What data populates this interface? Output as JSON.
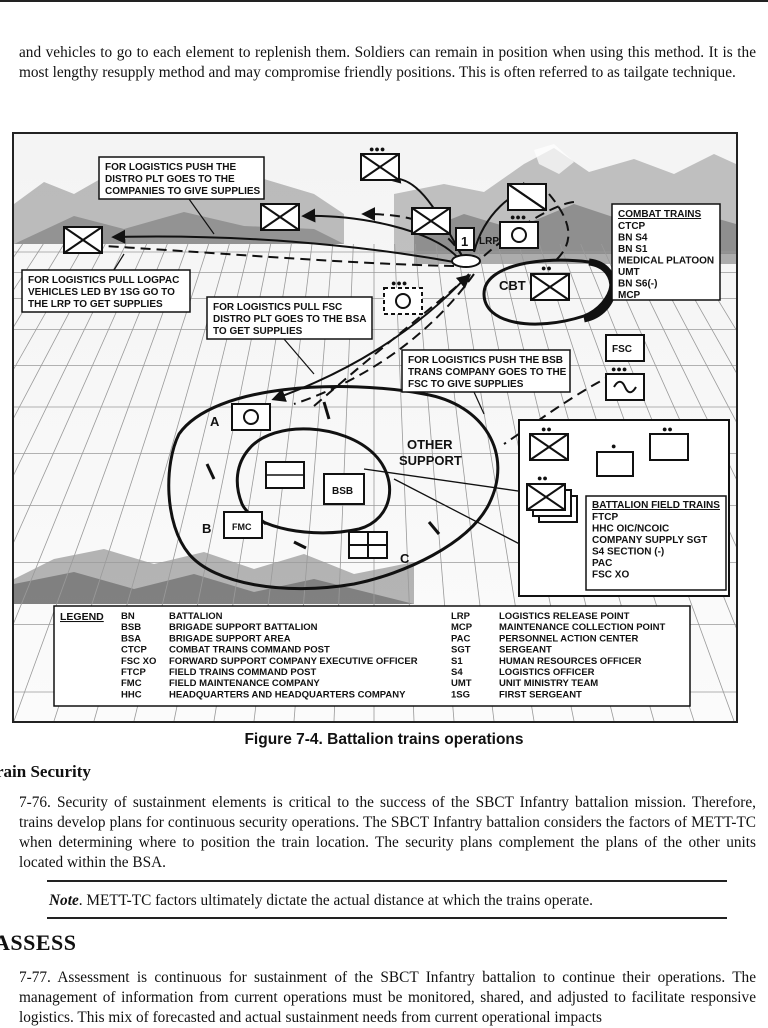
{
  "page": {
    "intro_text": "and vehicles to go to each element to replenish them. Soldiers can remain in position when using this method. It is the most lengthy resupply method and may compromise friendly positions. This is often referred to as tailgate technique.",
    "caption": "Figure 7-4. Battalion trains operations",
    "section_heading": "rain Security",
    "para_76": "7-76. Security of sustainment elements is critical to the success of the SBCT Infantry battalion mission. Therefore, trains develop plans for continuous security operations. The SBCT Infantry battalion considers the factors of METT-TC when determining where to position the train location. The security plans complement the plans of the other units located within the BSA.",
    "note_label": "Note",
    "note_text": ". METT-TC factors ultimately dictate the actual distance at which the trains operate.",
    "major_heading": "ASSESS",
    "para_77": "7-77. Assessment is continuous for sustainment of the SBCT Infantry battalion to continue their operations. The management of information from current operations must be monitored, shared, and adjusted to facilitate responsive logistics. This mix of forecasted and actual sustainment needs from current operational impacts"
  },
  "figure": {
    "callouts": {
      "push_distro": [
        "FOR LOGISTICS PUSH THE",
        "DISTRO PLT GOES TO THE",
        "COMPANIES TO GIVE SUPPLIES"
      ],
      "pull_logpac": [
        "FOR LOGISTICS PULL LOGPAC",
        "VEHICLES LED BY 1SG GO TO",
        "THE LRP TO GET SUPPLIES"
      ],
      "pull_fsc": [
        "FOR LOGISTICS PULL FSC",
        "DISTRO PLT GOES TO THE BSA",
        "TO GET SUPPLIES"
      ],
      "push_bsb": [
        "FOR LOGISTICS PUSH THE BSB",
        "TRANS COMPANY GOES TO THE",
        "FSC TO GIVE SUPPLIES"
      ]
    },
    "combat_trains": {
      "title": "COMBAT TRAINS",
      "items": [
        "CTCP",
        "BN S4",
        "BN S1",
        "MEDICAL PLATOON",
        "UMT",
        "BN S6(-)",
        "MCP"
      ]
    },
    "field_trains": {
      "title": "BATTALION FIELD TRAINS",
      "items": [
        "FTCP",
        "HHC OIC/NCOIC",
        "COMPANY SUPPLY SGT",
        "S4 SECTION (-)",
        "PAC",
        "FSC XO"
      ]
    },
    "labels": {
      "lrp": "LRP",
      "lrp_num": "1",
      "cbt": "CBT",
      "fsc": "FSC",
      "bsb": "BSB",
      "fmc": "FMC",
      "other_support": [
        "OTHER",
        "SUPPORT"
      ],
      "a": "A",
      "b": "B",
      "c": "C",
      "dots": "●●●",
      "two_dots": "●●",
      "one_dot": "●"
    },
    "legend": {
      "title": "LEGEND",
      "left": [
        [
          "BN",
          "BATTALION"
        ],
        [
          "BSB",
          "BRIGADE SUPPORT BATTALION"
        ],
        [
          "BSA",
          "BRIGADE SUPPORT AREA"
        ],
        [
          "CTCP",
          "COMBAT TRAINS COMMAND POST"
        ],
        [
          "FSC XO",
          "FORWARD SUPPORT COMPANY EXECUTIVE OFFICER"
        ],
        [
          "FTCP",
          "FIELD TRAINS COMMAND POST"
        ],
        [
          "FMC",
          "FIELD MAINTENANCE COMPANY"
        ],
        [
          "HHC",
          "HEADQUARTERS AND HEADQUARTERS COMPANY"
        ]
      ],
      "right": [
        [
          "LRP",
          "LOGISTICS RELEASE POINT"
        ],
        [
          "MCP",
          "MAINTENANCE COLLECTION POINT"
        ],
        [
          "PAC",
          "PERSONNEL ACTION CENTER"
        ],
        [
          "SGT",
          "SERGEANT"
        ],
        [
          "S1",
          "HUMAN RESOURCES OFFICER"
        ],
        [
          "S4",
          "LOGISTICS OFFICER"
        ],
        [
          "UMT",
          "UNIT MINISTRY TEAM"
        ],
        [
          "1SG",
          "FIRST SERGEANT"
        ]
      ]
    }
  }
}
